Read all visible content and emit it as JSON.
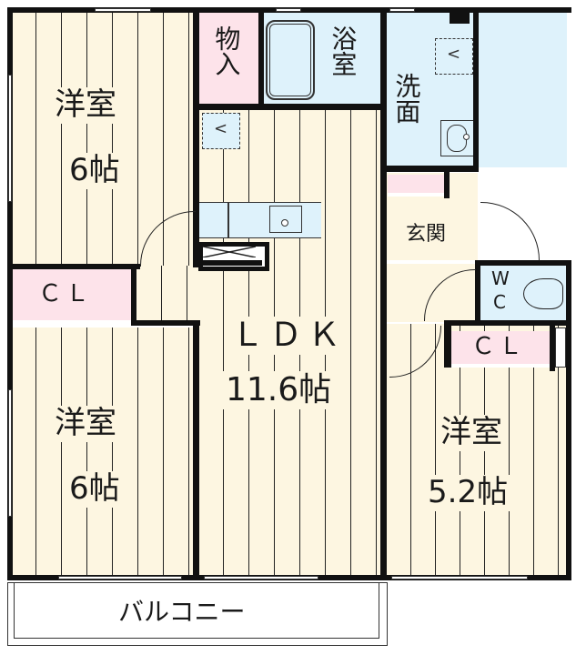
{
  "floorplan": {
    "rooms": [
      {
        "id": "western-room-nw",
        "label": "洋室",
        "size": "6帖"
      },
      {
        "id": "storage",
        "label": "物入"
      },
      {
        "id": "bathroom",
        "label": "浴室"
      },
      {
        "id": "washroom",
        "label": "洗面"
      },
      {
        "id": "entrance",
        "label": "玄関"
      },
      {
        "id": "closet-w",
        "label": "ＣＬ"
      },
      {
        "id": "ldk",
        "label": "ＬＤＫ",
        "size": "11.6帖"
      },
      {
        "id": "toilet",
        "label": "WC"
      },
      {
        "id": "closet-e",
        "label": "ＣＬ"
      },
      {
        "id": "western-room-sw",
        "label": "洋室",
        "size": "6帖"
      },
      {
        "id": "western-room-se",
        "label": "洋室",
        "size": "5.2帖"
      },
      {
        "id": "balcony",
        "label": "バルコニー"
      }
    ],
    "toilet_letters": [
      "W",
      "C"
    ],
    "colors": {
      "floor": "#fdf6e1",
      "storage": "#fde3ea",
      "wet_area": "#def2fb",
      "wall": "#111111"
    }
  }
}
